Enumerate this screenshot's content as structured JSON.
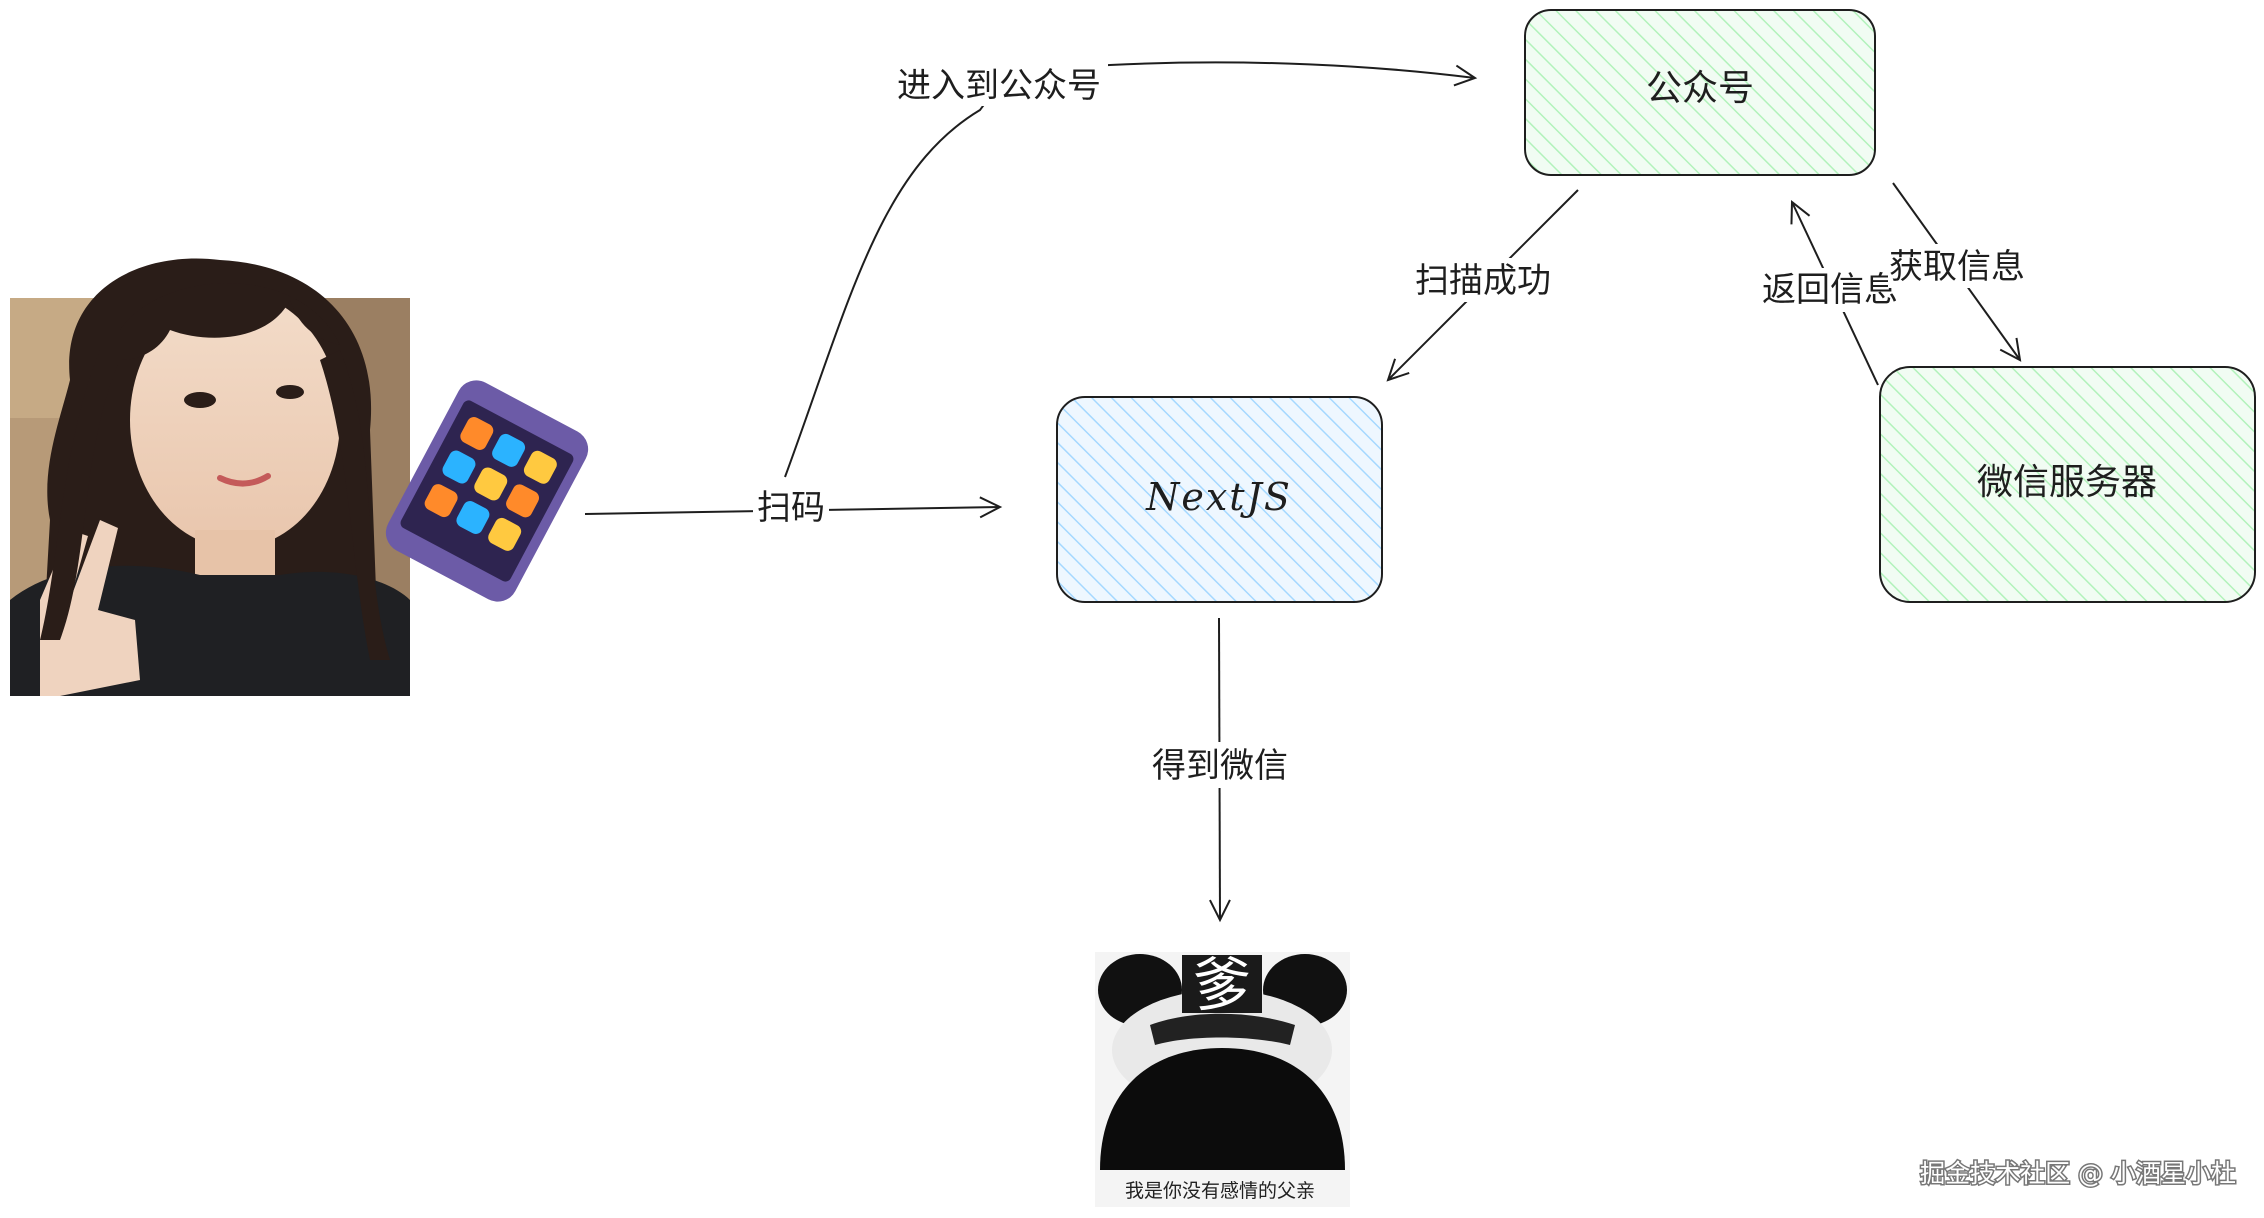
{
  "nodes": {
    "official_account": "公众号",
    "nextjs": "NextJS",
    "wechat_server": "微信服务器"
  },
  "edges": {
    "scan": "扫码",
    "enter_official_account": "进入到公众号",
    "scan_success": "扫描成功",
    "return_info": "返回信息",
    "get_info": "获取信息",
    "get_wechat": "得到微信"
  },
  "meme": {
    "badge": "爹",
    "caption": "我是你没有感情的父亲"
  },
  "watermark": "掘金技术社区 @ 小酒星小杜",
  "colors": {
    "official_account_fill": "#d3f9d8",
    "nextjs_fill": "#d0ebff",
    "wechat_server_fill": "#d3f9d8",
    "stroke": "#1e1e1e",
    "phone_body": "#6c5ba7",
    "app_tiles": [
      "#ff8a2a",
      "#2bb3ff",
      "#ffc940"
    ]
  },
  "icons": [
    "phone-icon",
    "avatar-photo",
    "meme-image"
  ]
}
